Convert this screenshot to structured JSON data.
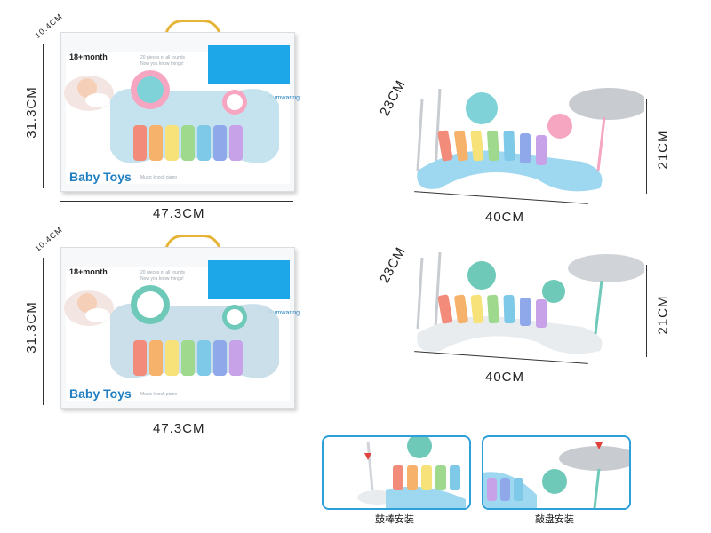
{
  "colors": {
    "blue": "#1ea7e8",
    "brand": "#1f7fc0",
    "pink": "#f6a6c0",
    "teal": "#6ec9b9",
    "cymbal": "#c8ccd0"
  },
  "box_top": {
    "depth_label": "10.4CM",
    "height_label": "31.3CM",
    "width_label": "47.3CM",
    "age": "18+month",
    "brand": "Baby Toys",
    "sub": "Music knock piano",
    "tagline": "20 pieces of all rounds",
    "tagline2": "Now you know things!",
    "brand_mark": "Pumwaring"
  },
  "box_bottom": {
    "depth_label": "10.4CM",
    "height_label": "31.3CM",
    "width_label": "47.3CM",
    "age": "18+month",
    "brand": "Baby Toys",
    "sub": "Music knock piano",
    "tagline": "20 pieces of all rounds",
    "tagline2": "Now you know things!",
    "brand_mark": "Pumwaring"
  },
  "toy_top": {
    "height_label": "23CM",
    "side_label": "21CM",
    "width_label": "40CM"
  },
  "toy_bottom": {
    "height_label": "23CM",
    "side_label": "21CM",
    "width_label": "40CM"
  },
  "details": [
    {
      "caption": "鼓棒安装"
    },
    {
      "caption": "敲盘安装"
    }
  ]
}
